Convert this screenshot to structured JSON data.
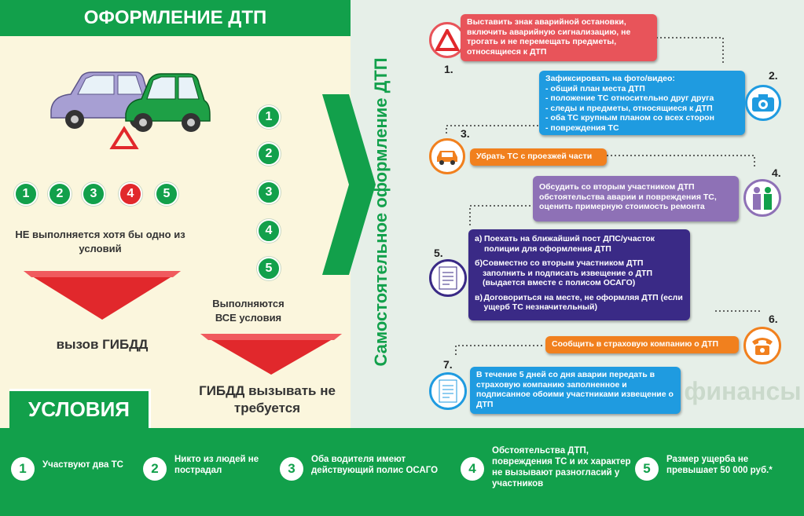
{
  "title": "ОФОРМЛЕНИЕ ДТП",
  "vertical_title": "Самостоятельное оформление ДТП",
  "left_circles": [
    "1",
    "2",
    "3",
    "4",
    "5"
  ],
  "mid_circles": [
    "1",
    "2",
    "3",
    "4",
    "5"
  ],
  "not_met_label": "НЕ выполняется хотя бы одно из условий",
  "call_label": "вызов ГИБДД",
  "all_met_label": "Выполняются ВСЕ условия",
  "no_call_label": "ГИБДД вызывать не требуется",
  "steps": {
    "s1": {
      "num": "1.",
      "text": "Выставить знак аварийной остановки, включить аварийную сигнализацию, не трогать и не перемещать предметы, относящиеся к ДТП"
    },
    "s2": {
      "num": "2.",
      "title": "Зафиксировать на фото/видео:",
      "items": [
        "- общий план места ДТП",
        "- положение ТС относительно друг друга",
        "- следы и предметы, относящиеся к ДТП",
        "- оба ТС крупным планом со всех сторон",
        "- повреждения ТС"
      ]
    },
    "s3": {
      "num": "3.",
      "text": "Убрать ТС с проезжей части"
    },
    "s4": {
      "num": "4.",
      "text": "Обсудить со вторым участником ДТП обстоятельства аварии и повреждения ТС, оценить примерную стоимость ремонта"
    },
    "s5": {
      "num": "5.",
      "options": [
        {
          "letter": "а)",
          "text": "Поехать на ближайший пост ДПС/участок полиции для оформления ДТП"
        },
        {
          "letter": "б)",
          "text": "Совместно со вторым участником ДТП заполнить и подписать извещение о ДТП (выдается вместе с полисом ОСАГО)"
        },
        {
          "letter": "в)",
          "text": "Договориться на месте, не оформляя ДТП (если ущерб ТС незначительный)"
        }
      ]
    },
    "s6": {
      "num": "6.",
      "text": "Сообщить в страховую компанию о ДТП"
    },
    "s7": {
      "num": "7.",
      "text": "В течение 5 дней со дня аварии передать в страховую компанию заполненное и подписанное обоими участниками извещение о ДТП"
    }
  },
  "conditions_title": "УСЛОВИЯ",
  "conditions": [
    {
      "n": "1",
      "text": "Участвуют два ТС"
    },
    {
      "n": "2",
      "text": "Никто из людей не пострадал"
    },
    {
      "n": "3",
      "text": "Оба водителя имеют действующий полис ОСАГО"
    },
    {
      "n": "4",
      "text": "Обстоятельства ДТП, повреждения ТС и их характер не вызывают разногласий у участников"
    },
    {
      "n": "5",
      "text": "Размер ущерба не превышает 50 000 руб.*"
    }
  ],
  "watermark": "финансы",
  "colors": {
    "green": "#12a04b",
    "red": "#e1282c",
    "blue": "#1f9be0",
    "orange": "#f1801e",
    "purple": "#8e71b6",
    "navy": "#3a2a86"
  }
}
